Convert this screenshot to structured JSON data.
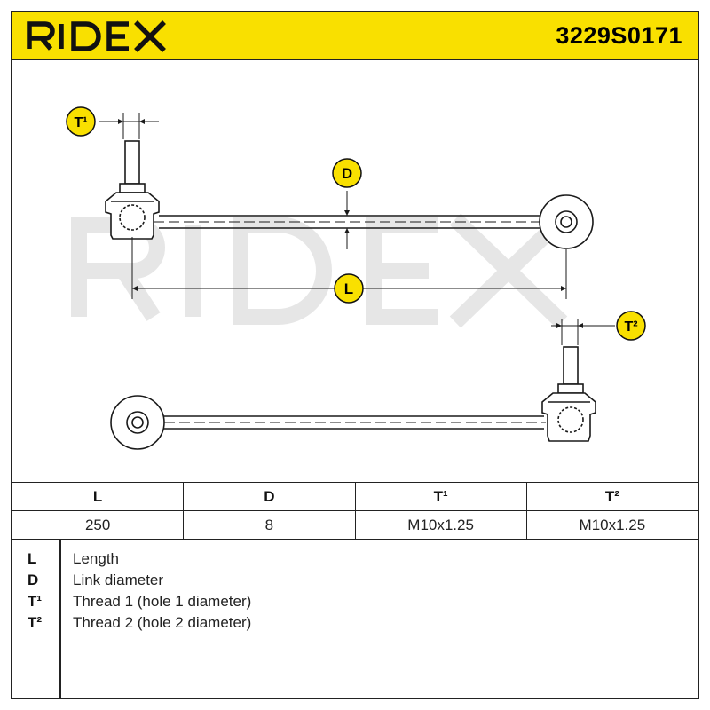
{
  "header": {
    "brand": "RIDEX",
    "part_number": "3229S0171",
    "accent_color": "#f9e000"
  },
  "drawing": {
    "watermark": "RIDEX",
    "labels": {
      "t1": "T¹",
      "t2": "T²",
      "d": "D",
      "l": "L"
    }
  },
  "spec_table": {
    "headers": [
      "L",
      "D",
      "T¹",
      "T²"
    ],
    "values": [
      "250",
      "8",
      "M10x1.25",
      "M10x1.25"
    ]
  },
  "legend": {
    "items": [
      {
        "key": "L",
        "text": "Length"
      },
      {
        "key": "D",
        "text": "Link diameter"
      },
      {
        "key": "T¹",
        "text": "Thread 1 (hole 1 diameter)"
      },
      {
        "key": "T²",
        "text": "Thread 2 (hole 2 diameter)"
      }
    ]
  }
}
